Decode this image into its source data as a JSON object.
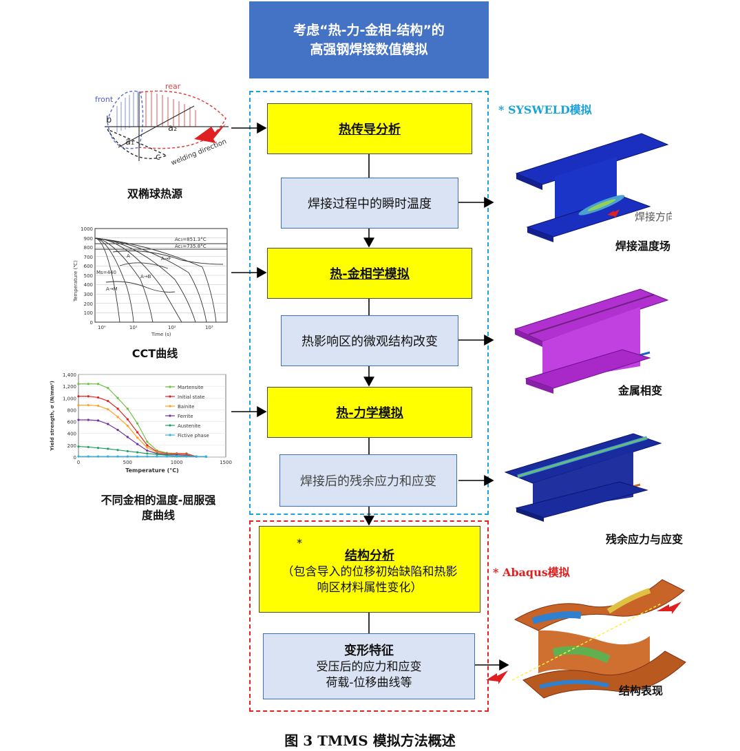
{
  "title": {
    "line1": "考虑“热-力-金相-结构”的",
    "line2": "高强钢焊接数值模拟"
  },
  "sysweld_label": "* SYSWELD模拟",
  "abaqus_label": "*  Abaqus模拟",
  "flow": {
    "step1": "热传导分析",
    "step1_out": "焊接过程中的瞬时温度",
    "step2": "热-金相学模拟",
    "step2_out": "热影响区的微观结构改变",
    "step3": "热-力学模拟",
    "step3_out": "焊接后的残余应力和应变",
    "step4_star": "*",
    "step4_title": "结构分析",
    "step4_line2": "（包含导入的位移初始缺陷和热影",
    "step4_line3": "响区材料属性变化）",
    "step5_title": "变形特征",
    "step5_line2": "受压后的应力和应变",
    "step5_line3": "荷载-位移曲线等"
  },
  "left": {
    "heat_source_caption": "双椭球热源",
    "heat_source_labels": {
      "front": "front",
      "rear": "rear",
      "b": "b",
      "a1": "a1",
      "a2": "a2",
      "c": "c",
      "direction": "welding direction"
    },
    "cct_caption": "CCT曲线",
    "cct_axes": {
      "xlabel": "Time (s)",
      "ylabel": "Temperature (℃)",
      "ac3": "Ac3=851.3℃",
      "ac1": "Ac1=735.8℃",
      "ms": "Ms=440",
      "yticks": [
        "1000",
        "900",
        "800",
        "700",
        "600",
        "500",
        "400",
        "300",
        "200",
        "100",
        "0"
      ],
      "xticks": [
        "10⁰",
        "10¹",
        "10²",
        "10³"
      ]
    },
    "yield_caption_line1": "不同金相的温度-屈服强",
    "yield_caption_line2": "度曲线"
  },
  "right": {
    "temp_field_caption": "焊接温度场",
    "weld_direction": "焊接方向",
    "phase_caption": "金属相变",
    "residual_caption": "残余应力与应变",
    "structure_caption": "结构表现"
  },
  "figure_caption": "图 3  TMMS 模拟方法概述",
  "chart_data": {
    "type": "line",
    "xlabel": "Temperature (°C)",
    "ylabel": "Yield strength, σ (N/mm²)",
    "xlim": [
      0,
      1500
    ],
    "ylim": [
      0,
      1400
    ],
    "xticks": [
      0,
      500,
      1000,
      1500
    ],
    "yticks": [
      0,
      200,
      400,
      600,
      800,
      1000,
      1200,
      1400
    ],
    "ytick_labels": [
      "0",
      "200",
      "400",
      "600",
      "800",
      "1,000",
      "1,200",
      "1,400"
    ],
    "legend_position": "right",
    "series": [
      {
        "name": "Martensite",
        "color": "#70c040",
        "x": [
          0,
          100,
          200,
          300,
          400,
          500,
          600,
          700,
          800,
          900,
          1000,
          1100,
          1200
        ],
        "y": [
          1240,
          1240,
          1240,
          1170,
          1000,
          820,
          570,
          260,
          110,
          70,
          60,
          60,
          10
        ]
      },
      {
        "name": "Initial state",
        "color": "#e02020",
        "x": [
          0,
          100,
          200,
          300,
          400,
          500,
          600,
          700,
          800,
          900,
          1000,
          1100,
          1200
        ],
        "y": [
          1030,
          1030,
          1010,
          950,
          820,
          640,
          420,
          200,
          90,
          60,
          60,
          55,
          10
        ]
      },
      {
        "name": "Bainite",
        "color": "#ffa020",
        "x": [
          0,
          100,
          200,
          300,
          400,
          500,
          600,
          700,
          800,
          900,
          1000,
          1100,
          1200
        ],
        "y": [
          880,
          880,
          870,
          810,
          680,
          530,
          330,
          160,
          80,
          55,
          50,
          40,
          10
        ]
      },
      {
        "name": "Ferrite",
        "color": "#7030a0",
        "x": [
          0,
          100,
          200,
          300,
          400,
          500,
          600,
          700,
          800,
          900,
          1000,
          1100,
          1200
        ],
        "y": [
          630,
          630,
          620,
          560,
          460,
          340,
          220,
          110,
          60,
          45,
          40,
          30,
          10
        ]
      },
      {
        "name": "Austenite",
        "color": "#20a060",
        "x": [
          0,
          100,
          200,
          300,
          400,
          500,
          600,
          700,
          800,
          900,
          1000,
          1100,
          1200,
          1300
        ],
        "y": [
          180,
          170,
          155,
          140,
          120,
          100,
          80,
          60,
          45,
          30,
          20,
          15,
          10,
          5
        ]
      },
      {
        "name": "Fictive phase",
        "color": "#30b0e0",
        "x": [
          0,
          100,
          200,
          300,
          400,
          500,
          600,
          700,
          800,
          900,
          1000,
          1100,
          1200,
          1300
        ],
        "y": [
          10,
          10,
          10,
          10,
          10,
          10,
          10,
          10,
          10,
          10,
          10,
          10,
          10,
          10
        ]
      }
    ]
  }
}
